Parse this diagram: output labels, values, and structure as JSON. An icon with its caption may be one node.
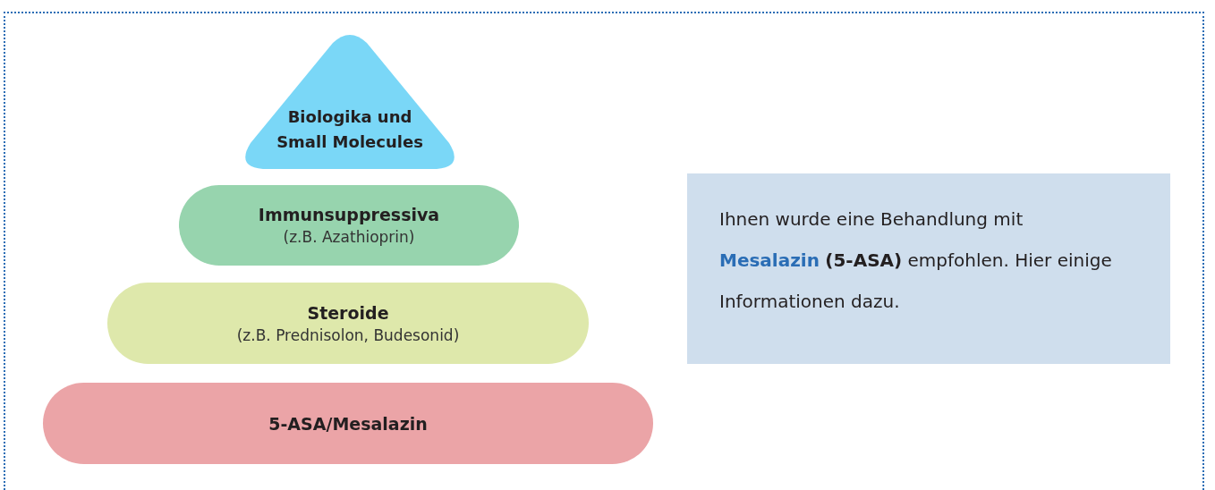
{
  "diagram": {
    "nodes": [
      {
        "text": [
          "Biologika und Small Molecules"
        ]
      },
      {
        "text": [
          "Immunsuppressiva",
          "(z.B. Azathioprin)"
        ]
      },
      {
        "text": [
          "Steroide",
          "(z.B. Prednisolon, Budesonid)"
        ]
      },
      {
        "text": [
          "5-ASA/Mesalazin"
        ]
      },
      {
        "text": [
          "Ihnen wurde eine Behandlung mit **Mesalazin** **(5-ASA)** empfohlen. Hier einige Informationen dazu."
        ]
      }
    ]
  }
}
